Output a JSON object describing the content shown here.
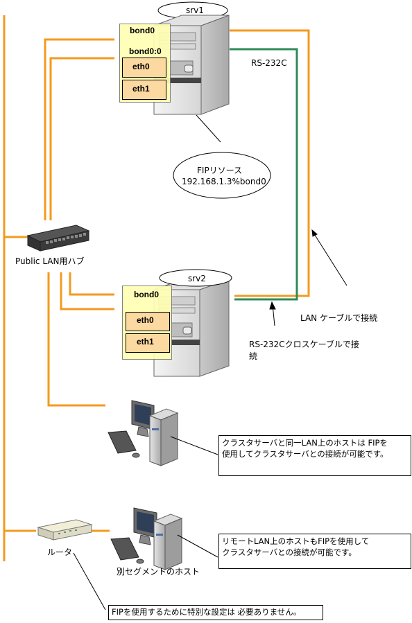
{
  "servers": {
    "srv1": {
      "name": "srv1",
      "interfaces": {
        "bond": "bond0",
        "alias": "bond0:0",
        "eth0": "eth0",
        "eth1": "eth1"
      }
    },
    "srv2": {
      "name": "srv2",
      "interfaces": {
        "bond": "bond0",
        "eth0": "eth0",
        "eth1": "eth1"
      }
    }
  },
  "fip": {
    "line1": "FIPリソース",
    "line2": "192.168.1.3%bond0"
  },
  "rs232c_label": "RS-232C",
  "hub_label": "Public LAN用ハブ",
  "lan_cable_label": "LAN ケーブルで接続",
  "cross_cable_label": {
    "line1": "RS-232Cクロスケーブルで接",
    "line2": "続"
  },
  "note_same_lan": {
    "line1": "クラスタサーバと同一LAN上のホストは FIPを",
    "line2": "使用してクラスタサーバとの接続が可能です。"
  },
  "note_remote_lan": {
    "line1": "リモートLAN上のホストもFIPを使用して",
    "line2": "クラスタサーバとの接続が可能です。"
  },
  "router_label": "ルータ",
  "remote_host_label": "別セグメントのホスト",
  "note_router": "FIPを使用するために特別な設定は 必要ありません。",
  "colors": {
    "lan": "#f39a1e",
    "rs232c": "#2e8b57",
    "if_box": "#ffffb4",
    "eth_box": "#fcd9a0"
  }
}
